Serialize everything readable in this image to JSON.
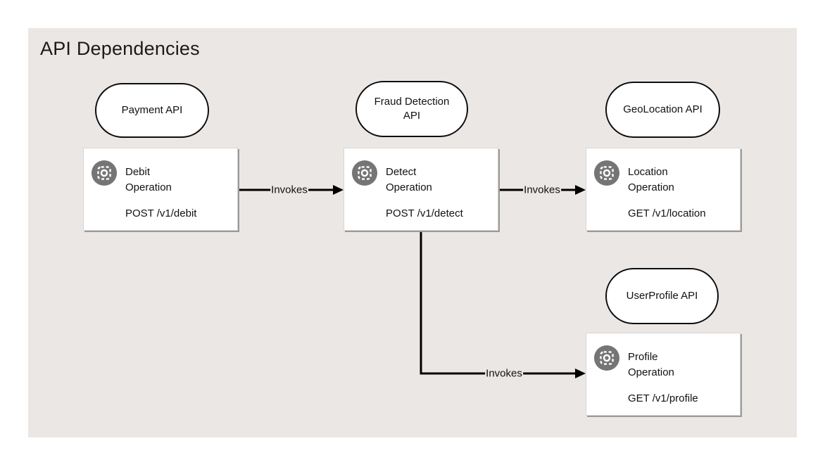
{
  "title": "API Dependencies",
  "apis": [
    {
      "id": "payment",
      "label": "Payment API"
    },
    {
      "id": "fraud",
      "label": "Fraud Detection API"
    },
    {
      "id": "geolocation",
      "label": "GeoLocation API"
    },
    {
      "id": "userprofile",
      "label": "UserProfile API"
    }
  ],
  "operations": [
    {
      "id": "debit",
      "name": "Debit Operation",
      "endpoint": "POST /v1/debit"
    },
    {
      "id": "detect",
      "name": "Detect Operation",
      "endpoint": "POST /v1/detect"
    },
    {
      "id": "location",
      "name": "Location Operation",
      "endpoint": "GET /v1/location"
    },
    {
      "id": "profile",
      "name": "Profile Operation",
      "endpoint": "GET /v1/profile"
    }
  ],
  "edges": [
    {
      "from": "debit",
      "to": "detect",
      "label": "Invokes"
    },
    {
      "from": "detect",
      "to": "location",
      "label": "Invokes"
    },
    {
      "from": "detect",
      "to": "profile",
      "label": "Invokes"
    }
  ],
  "icons": {
    "operation": "center-focus-operation-icon"
  },
  "colors": {
    "page_background": "#ffffff",
    "panel_background": "#ebe7e4",
    "node_fill": "#ffffff",
    "node_border": "#0d0d0d",
    "operation_box_shadow": "#9a9a9a",
    "icon_circle": "#757575",
    "edge_stroke": "#000000",
    "text": "#111111"
  }
}
